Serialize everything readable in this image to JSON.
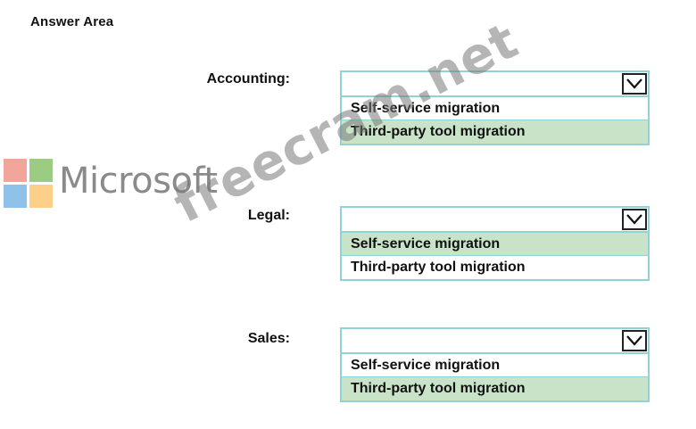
{
  "header": {
    "title": "Answer Area"
  },
  "rows": [
    {
      "label": "Accounting:",
      "options": [
        "Self-service migration",
        "Third-party tool migration"
      ],
      "selected_index": 1
    },
    {
      "label": "Legal:",
      "options": [
        "Self-service migration",
        "Third-party tool migration"
      ],
      "selected_index": 0
    },
    {
      "label": "Sales:",
      "options": [
        "Self-service migration",
        "Third-party tool migration"
      ],
      "selected_index": 1
    }
  ],
  "logo": {
    "text": "Microsoft",
    "colors": [
      "#f1a59b",
      "#9ccc82",
      "#8fc2e8",
      "#fdd08a"
    ]
  },
  "watermark": {
    "text": "freecram.net"
  },
  "colors": {
    "border": "#8fd3d6",
    "selected_bg": "#c8e3c8"
  }
}
